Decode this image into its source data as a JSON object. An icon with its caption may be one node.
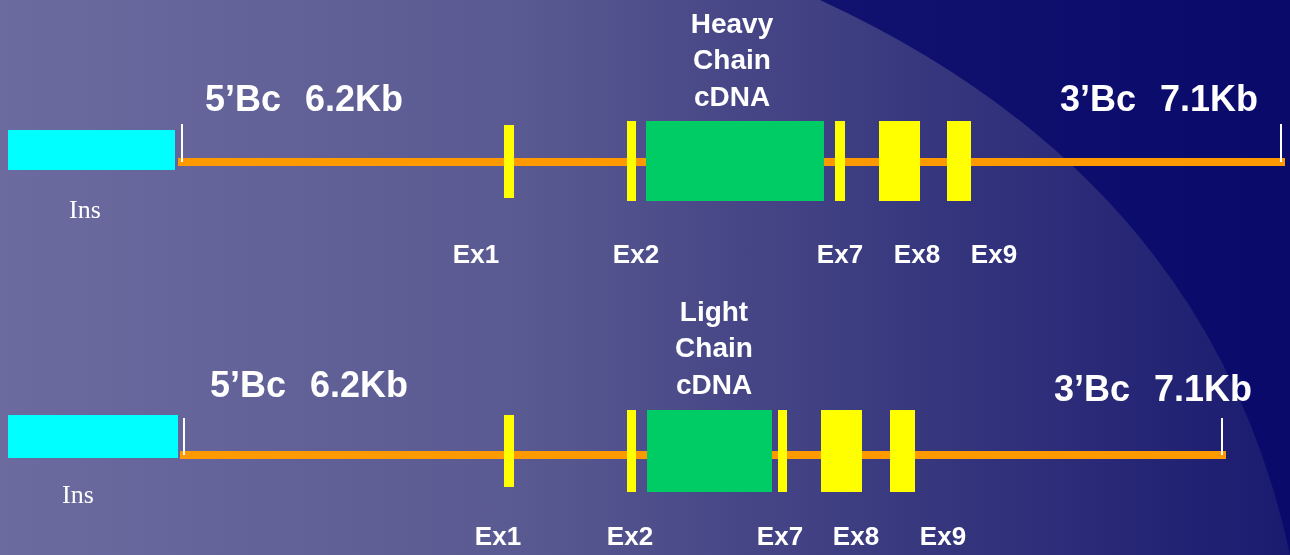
{
  "diagram": {
    "nodes": [
      {
        "text": [
          "Ins"
        ]
      },
      {
        "text": [
          "Ex1"
        ]
      },
      {
        "text": [
          "Ex2"
        ]
      },
      {
        "text": [
          "Heavy Chain cDNA"
        ]
      },
      {
        "text": [
          "Ex7"
        ]
      },
      {
        "text": [
          "Ex8"
        ]
      },
      {
        "text": [
          "Ex9"
        ]
      },
      {
        "text": [
          "Ins"
        ]
      },
      {
        "text": [
          "Ex1"
        ]
      },
      {
        "text": [
          "Ex2"
        ]
      },
      {
        "text": [
          "Light Chain cDNA"
        ]
      },
      {
        "text": [
          "Ex7"
        ]
      },
      {
        "text": [
          "Ex8"
        ]
      },
      {
        "text": [
          "Ex9"
        ]
      }
    ],
    "labels": [
      "5’Bc 6.2Kb",
      "3’Bc 7.1Kb",
      "5’Bc 6.2Kb",
      "3’Bc 7.1Kb"
    ]
  }
}
